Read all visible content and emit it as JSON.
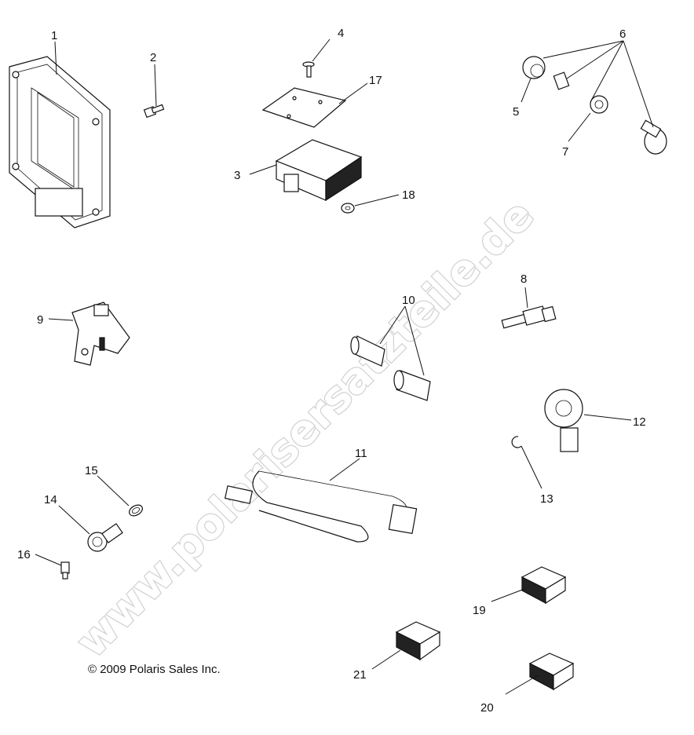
{
  "diagram": {
    "callouts": [
      "1",
      "2",
      "3",
      "4",
      "5",
      "6",
      "7",
      "8",
      "9",
      "10",
      "11",
      "12",
      "13",
      "14",
      "15",
      "16",
      "17",
      "18",
      "19",
      "20",
      "21"
    ],
    "copyright": "© 2009 Polaris Sales Inc.",
    "watermark": "www.polarisersatzteile.de"
  }
}
